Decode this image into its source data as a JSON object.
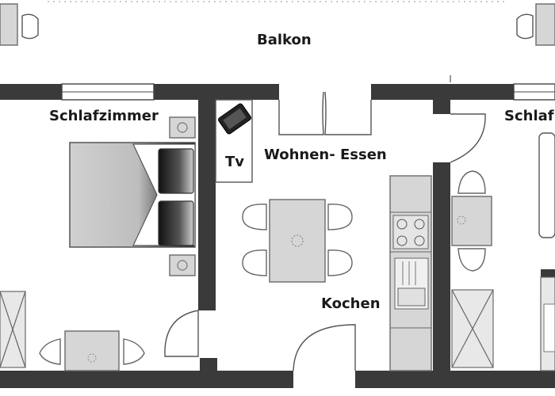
{
  "rooms": {
    "balcony": "Balkon",
    "bedroom_left": "Schlafzimmer",
    "bedroom_right": "Schlaf",
    "living_dining": "Wohnen- Essen",
    "kitchen": "Kochen",
    "tv": "Tv"
  },
  "colors": {
    "wall": "#3a3a3a",
    "furniture": "#d6d6d6",
    "background": "#ffffff"
  }
}
